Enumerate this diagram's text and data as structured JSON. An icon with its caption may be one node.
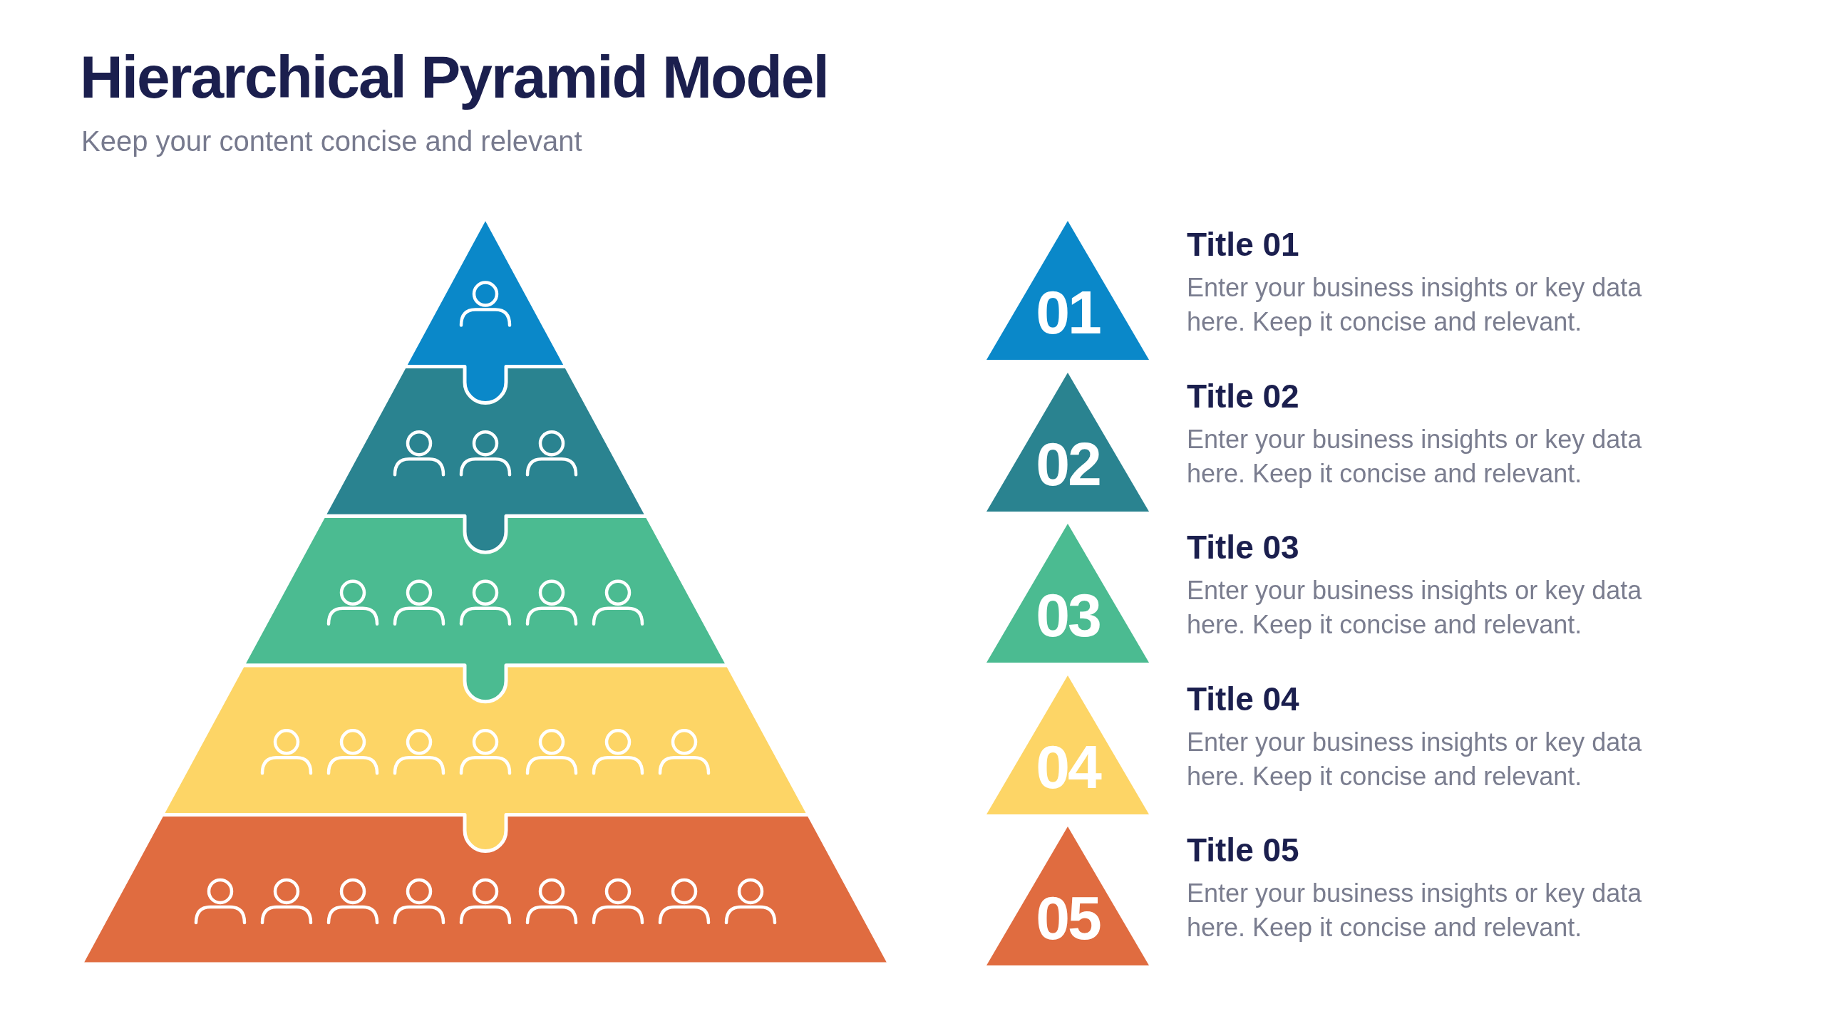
{
  "diagram": {
    "title": "Hierarchical Pyramid Model",
    "nodes": [
      {
        "text": [
          "01"
        ],
        "beside": [
          "Title 01",
          "Enter your business insights or key data here. Keep it concise and relevant."
        ]
      },
      {
        "text": [
          "02"
        ],
        "beside": [
          "Title 02",
          "Enter your business insights or key data here. Keep it concise and relevant."
        ]
      },
      {
        "text": [
          "03"
        ],
        "beside": [
          "Title 03",
          "Enter your business insights or key data here. Keep it concise and relevant."
        ]
      },
      {
        "text": [
          "04"
        ],
        "beside": [
          "Title 04",
          "Enter your business insights or key data here. Keep it concise and relevant."
        ]
      },
      {
        "text": [
          "05"
        ],
        "beside": [
          "Title 05",
          "Enter your business insights or key data here. Keep it concise and relevant."
        ]
      }
    ],
    "labels": [
      "Keep your content concise and relevant"
    ]
  }
}
